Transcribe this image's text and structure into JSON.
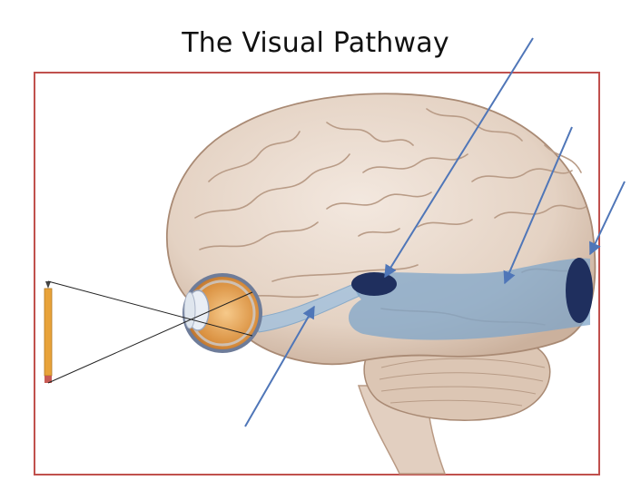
{
  "title": "The Visual Pathway",
  "colors": {
    "frame": "#c0504d",
    "arrow": "#4f76b8",
    "pathway": "#7fa6c9",
    "nucleus": "#1f2f5e",
    "brain": "#eadcd0",
    "pencil": "#e8a33a"
  },
  "arrows": [
    {
      "name": "arrow-to-lgn",
      "target": "lateral geniculate nucleus"
    },
    {
      "name": "arrow-to-optic-radiation",
      "target": "optic radiation"
    },
    {
      "name": "arrow-to-visual-cortex",
      "target": "primary visual cortex"
    },
    {
      "name": "arrow-to-optic-nerve",
      "target": "optic nerve"
    }
  ]
}
